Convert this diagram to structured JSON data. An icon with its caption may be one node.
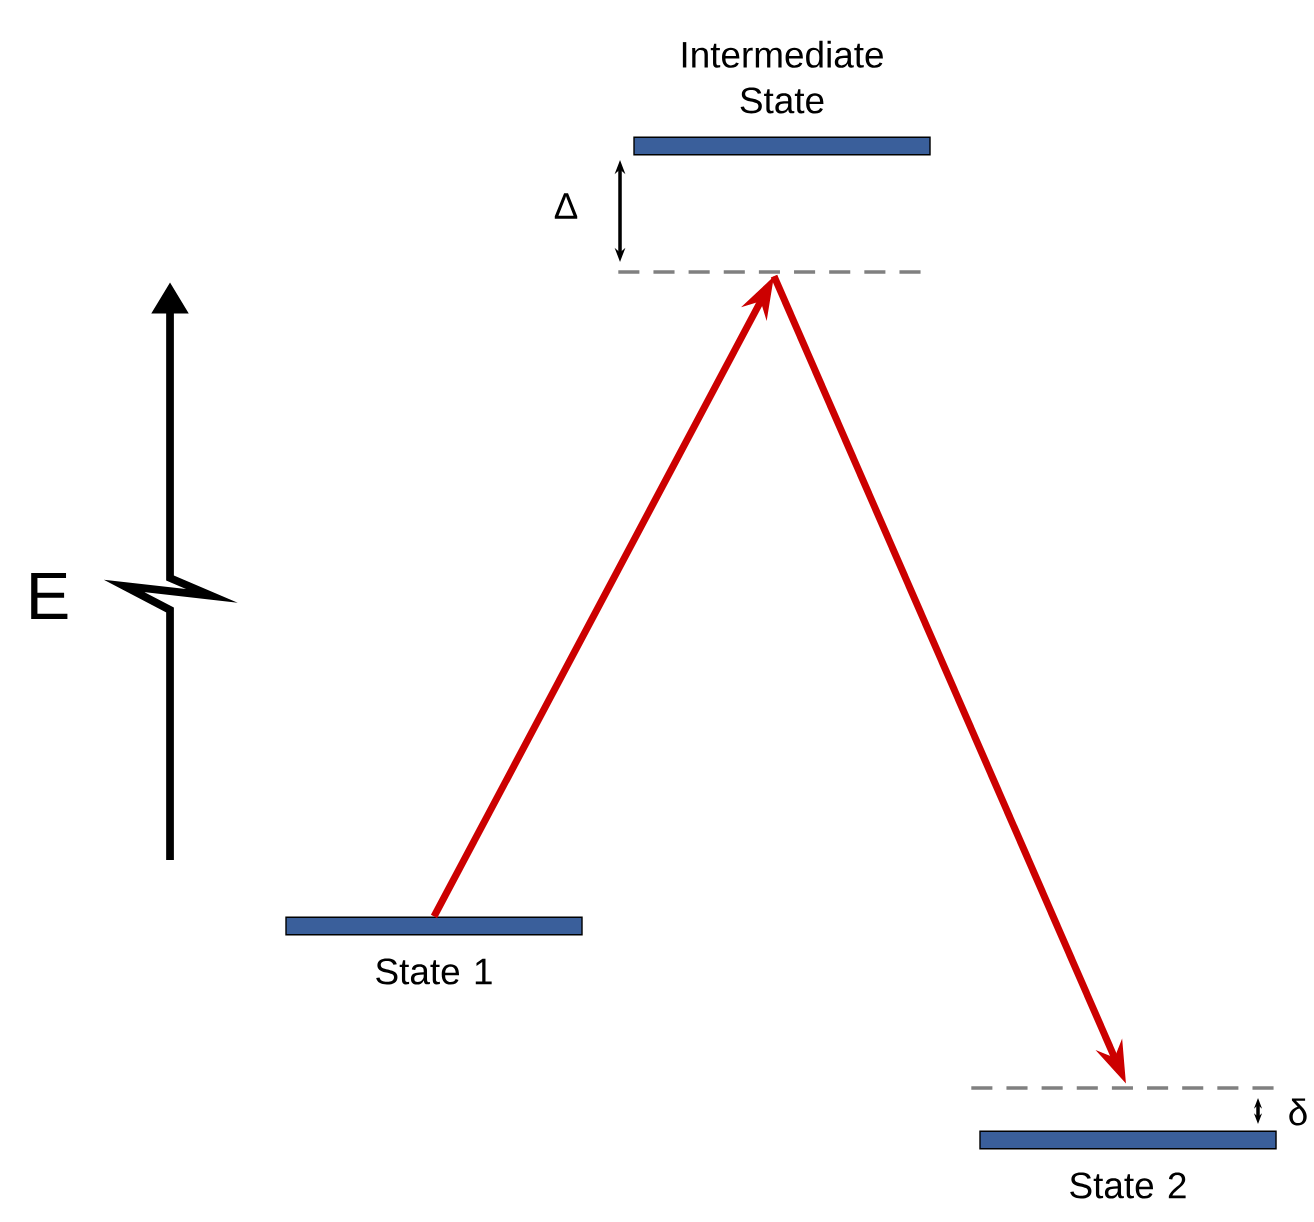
{
  "diagram": {
    "nodes": [
      {
        "text": [
          "Intermediate State"
        ]
      },
      {
        "text": [],
        "shape": "bar"
      },
      {
        "text": [
          "State 1"
        ]
      },
      {
        "text": [],
        "shape": "bar"
      },
      {
        "text": [
          "State 2"
        ]
      }
    ],
    "edges": [
      {
        "from": 2,
        "to": 1,
        "arrow": "to"
      },
      {
        "from": 1,
        "to": 3,
        "arrow": "to"
      }
    ],
    "labels": [
      "Δ",
      "δ",
      "E"
    ]
  }
}
